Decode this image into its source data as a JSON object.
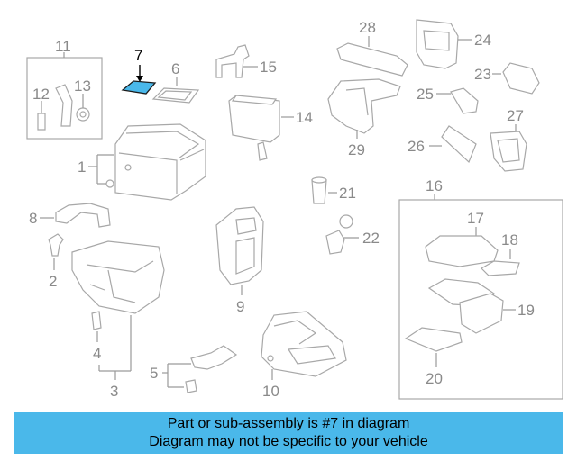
{
  "callouts": {
    "n1": "1",
    "n2": "2",
    "n3": "3",
    "n4": "4",
    "n5": "5",
    "n6": "6",
    "n7": "7",
    "n8": "8",
    "n9": "9",
    "n10": "10",
    "n11": "11",
    "n12": "12",
    "n13": "13",
    "n14": "14",
    "n15": "15",
    "n16": "16",
    "n17": "17",
    "n18": "18",
    "n19": "19",
    "n20": "20",
    "n21": "21",
    "n22": "22",
    "n23": "23",
    "n24": "24",
    "n25": "25",
    "n26": "26",
    "n27": "27",
    "n28": "28",
    "n29": "29"
  },
  "highlight": {
    "part": "7",
    "color": "#4ab8ea"
  },
  "banner": {
    "line1": "Part or sub-assembly is #7 in diagram",
    "line2": "Diagram may not be specific to your vehicle",
    "background": "#4ab8ea"
  }
}
